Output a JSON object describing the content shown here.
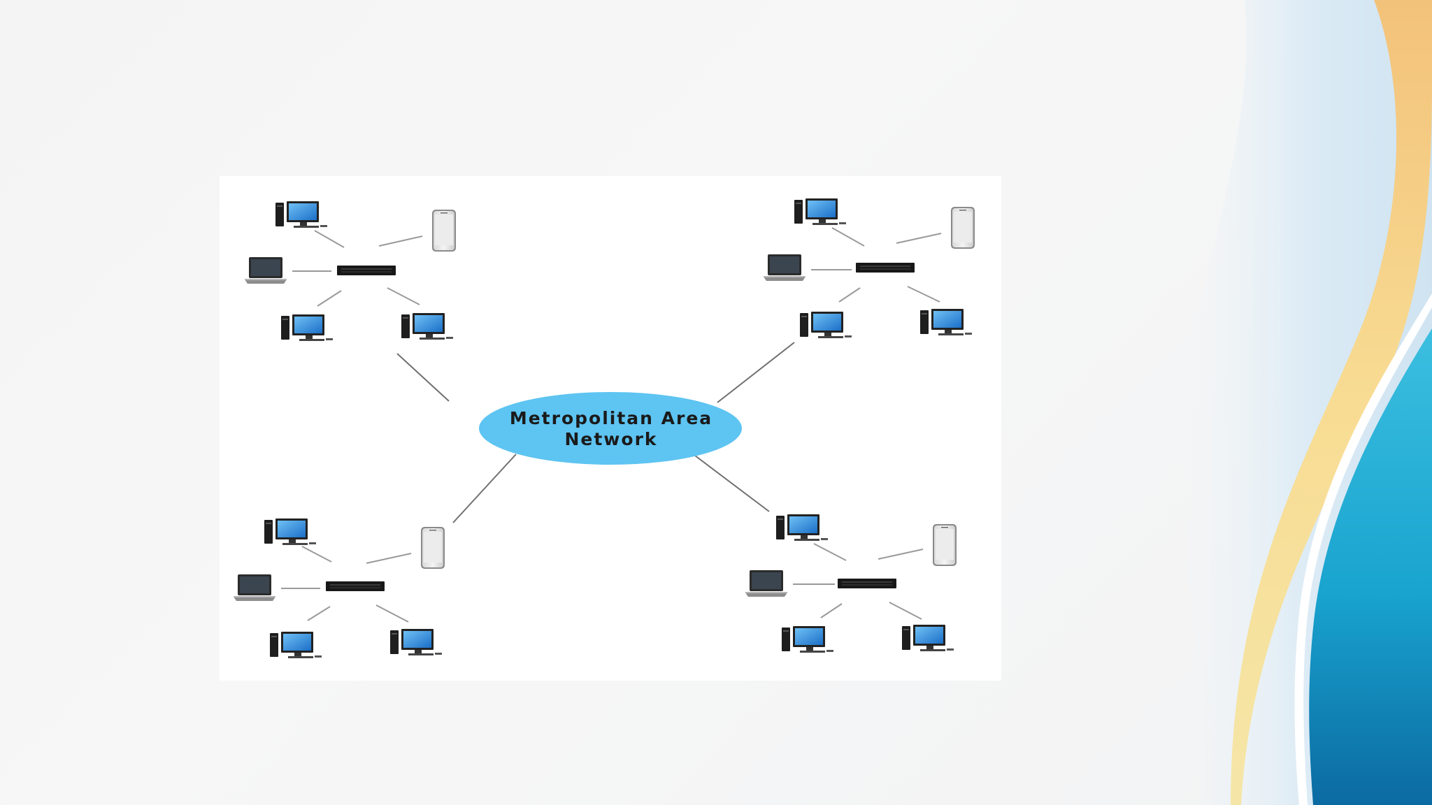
{
  "hub": {
    "line1": "Metropolitan Area",
    "line2": "Network"
  },
  "colors": {
    "hub_fill": "#5ec4f2",
    "link": "#777777",
    "switch": "#1b1b1b",
    "screen": "#2a88d8",
    "wave_light_blue": "#d6e8f4",
    "wave_gold": "#f6d58a",
    "wave_teal": "#1aa6cf",
    "wave_navy": "#0d6fa6"
  },
  "clusters": [
    {
      "name": "top-left",
      "devices": [
        "desktop-icon",
        "phone-icon",
        "laptop-icon",
        "switch-icon",
        "desktop-icon",
        "desktop-icon"
      ]
    },
    {
      "name": "top-right",
      "devices": [
        "desktop-icon",
        "phone-icon",
        "laptop-icon",
        "switch-icon",
        "desktop-icon",
        "desktop-icon"
      ]
    },
    {
      "name": "bottom-left",
      "devices": [
        "desktop-icon",
        "phone-icon",
        "laptop-icon",
        "switch-icon",
        "desktop-icon",
        "desktop-icon"
      ]
    },
    {
      "name": "bottom-right",
      "devices": [
        "desktop-icon",
        "phone-icon",
        "laptop-icon",
        "switch-icon",
        "desktop-icon",
        "desktop-icon"
      ]
    }
  ]
}
